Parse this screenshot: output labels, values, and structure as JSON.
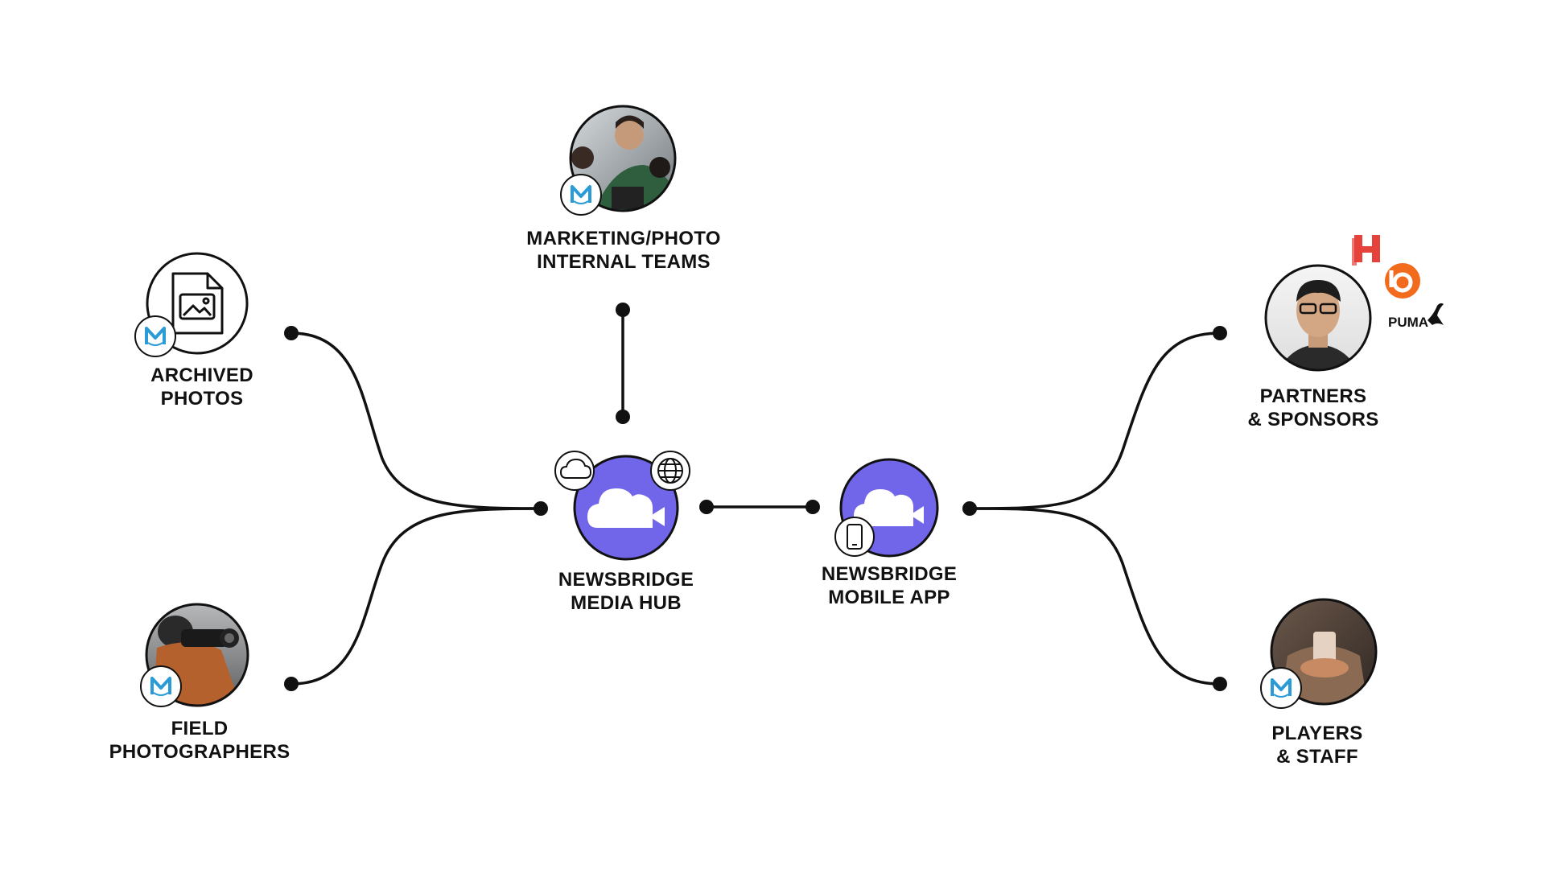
{
  "diagram": {
    "colors": {
      "hub": "#7165ea",
      "line": "#111111",
      "badge_blue": "#2b9bd8",
      "partner_h": "#e4423b",
      "partner_b": "#f26a1b"
    },
    "nodes": {
      "archived": {
        "line1": "ARCHIVED",
        "line2": "PHOTOS",
        "icon": "image-file-icon"
      },
      "field": {
        "line1": "FIELD",
        "line2": "PHOTOGRAPHERS",
        "icon": "photographer-photo"
      },
      "marketing": {
        "line1": "MARKETING/PHOTO",
        "line2": "INTERNAL TEAMS",
        "icon": "team-photo"
      },
      "hub": {
        "line1": "NEWSBRIDGE",
        "line2": "MEDIA HUB",
        "icon": "cloud-camera-icon"
      },
      "mobile": {
        "line1": "NEWSBRIDGE",
        "line2": "MOBILE APP",
        "icon": "cloud-camera-icon"
      },
      "partners": {
        "line1": "PARTNERS",
        "line2": "& SPONSORS",
        "icon": "person-photo"
      },
      "players": {
        "line1": "PLAYERS",
        "line2": "& STAFF",
        "icon": "phone-hands-photo"
      }
    },
    "partner_logos": {
      "puma": "PUMA"
    }
  }
}
